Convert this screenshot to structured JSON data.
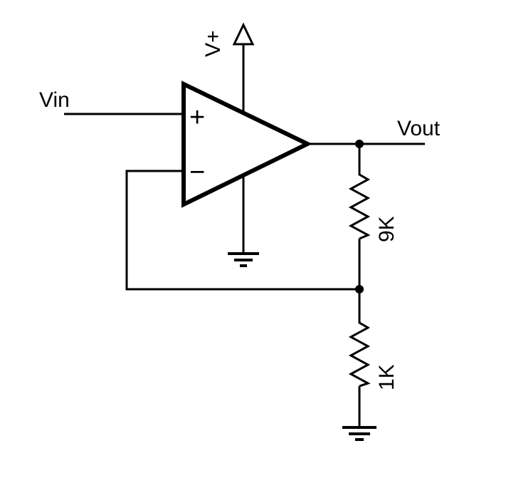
{
  "diagram": {
    "labels": {
      "vin": "Vin",
      "vout": "Vout",
      "vplus": "V+",
      "r_feedback": "9K",
      "r_ground": "1K",
      "plus_input": "+",
      "minus_input": "−"
    },
    "colors": {
      "line": "#000000",
      "background": "#ffffff"
    }
  }
}
